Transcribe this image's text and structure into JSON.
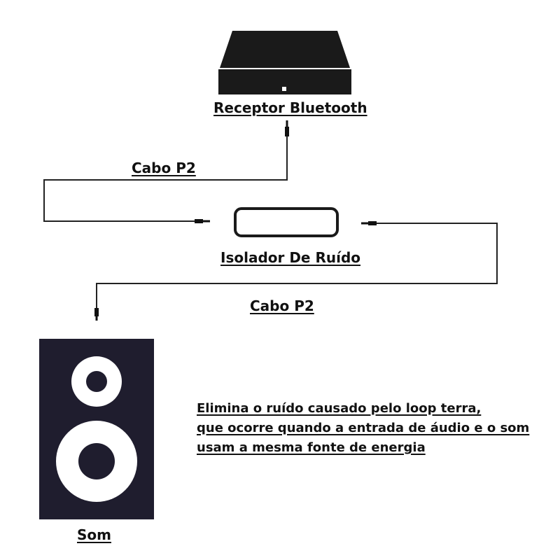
{
  "diagram": {
    "receiver_label": "Receptor Bluetooth",
    "cable_top_label": "Cabo P2",
    "isolator_label": "Isolador De Ruído",
    "cable_bottom_label": "Cabo P2",
    "speaker_label": "Som",
    "description": [
      "Elimina o ruído causado pelo loop terra,",
      "que ocorre quando a entrada de áudio e o som",
      "usam a mesma fonte de energia"
    ]
  },
  "colors": {
    "device_dark": "#1f1d2e",
    "line": "#222222"
  }
}
